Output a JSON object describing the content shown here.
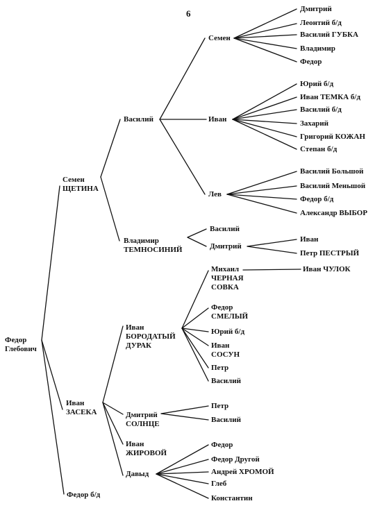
{
  "page_number": "6",
  "root": {
    "name": "Федор",
    "nick": "Глебович"
  },
  "gen1": {
    "semen": {
      "name": "Семен",
      "nick": "ЩЕТИНА"
    },
    "ivan": {
      "name": "Иван",
      "nick": "ЗАСЕКА"
    },
    "fedor": {
      "name": "Федор б/д"
    }
  },
  "gen2": {
    "vasiliy": {
      "name": "Василий"
    },
    "vladimir": {
      "name": "Владимир",
      "nick": "ТЕМНОСИНИЙ"
    },
    "ivan": {
      "name": "Иван",
      "nick": "БОРОДАТЫЙ",
      "nick2": "ДУРАК"
    },
    "dmitriy": {
      "name": "Дмитрий",
      "nick": "СОЛНЦЕ"
    },
    "ivan2": {
      "name": "Иван",
      "nick": "ЖИРОВОЙ"
    },
    "david": {
      "name": "Давыд"
    }
  },
  "gen3": {
    "semen": {
      "name": "Семен"
    },
    "ivan": {
      "name": "Иван"
    },
    "lev": {
      "name": "Лев"
    },
    "vasiliy": {
      "name": "Василий"
    },
    "dmitriy": {
      "name": "Дмитрий"
    },
    "mihail": {
      "name": "Михаил",
      "nick": "ЧЕРНАЯ",
      "nick2": "СОВКА"
    },
    "fedor": {
      "name": "Федор",
      "nick": "СМЕЛЫЙ"
    },
    "yuriy": {
      "name": "Юрий б/д"
    },
    "ivan_sosun": {
      "name": "Иван",
      "nick": "СОСУН"
    },
    "petr": {
      "name": "Петр"
    },
    "vasiliy2": {
      "name": "Василий"
    },
    "petr2": {
      "name": "Петр"
    },
    "vasiliy3": {
      "name": "Василий"
    },
    "fedor2": {
      "name": "Федор"
    },
    "fedor_drugoy": {
      "name": "Федор Другой"
    },
    "andrey": {
      "name": "Андрей ХРОМОЙ"
    },
    "gleb": {
      "name": "Глеб"
    },
    "konstantin": {
      "name": "Константин"
    }
  },
  "gen4": {
    "semen_children": [
      "Дмитрий",
      "Леонтий б/д",
      "Василий ГУБКА",
      "Владимир",
      "Федор"
    ],
    "ivan_children": [
      "Юрий б/д",
      "Иван ТЕМКА б/д",
      "Василий б/д",
      "Захарий",
      "Григорий КОЖАН",
      "Степан б/д"
    ],
    "lev_children": [
      "Василий Большой",
      "Василий Меньшой",
      "Федор б/д",
      "Александр ВЫБОР"
    ],
    "dmitriy_children": [
      "Иван",
      "Петр ПЕСТРЫЙ"
    ],
    "mihail_children": [
      "Иван ЧУЛОК"
    ]
  }
}
